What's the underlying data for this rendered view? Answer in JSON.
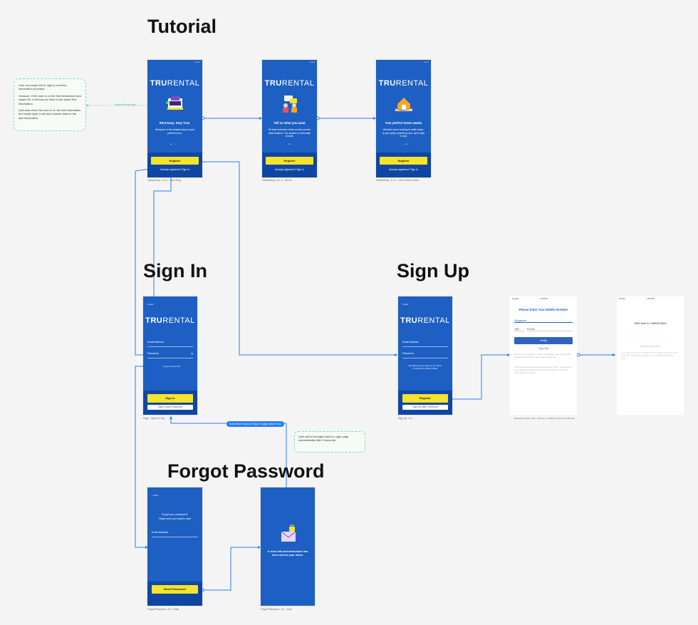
{
  "headings": {
    "tutorial": "Tutorial",
    "sign_in": "Sign In",
    "sign_up": "Sign Up",
    "forgot_password": "Forgot Password"
  },
  "brand": {
    "tru": "TRU",
    "rental": "RENTAL"
  },
  "notes": {
    "tutorial_swipe": [
      "User can swipe left or right to read the information provided.",
      "However, if the user is on the first information and swipe left, it will bounce back to the same first information.",
      "Like-wise when the user is on the last information and swipe right, it will also bounce back to the last information."
    ],
    "swipe_label": "Swipe left and right",
    "auto_return": "Auto return back to Sign In page after 5 sec",
    "login_redirect": "User will be brought back to Login page automatically after 5 seconds."
  },
  "onboarding": [
    {
      "title": "Rent Easy. Stay True.",
      "body": "Welcome to the simplest way to your perfect home.",
      "caption": "Onboarding - A.1.0 - Rent Easy"
    },
    {
      "title": "Tell us what you want",
      "body": "Sit back and relax while we find you the ideal landlord. Our system is constantly at work.",
      "caption": "Onboarding - A.1.1 - Tell Us"
    },
    {
      "title": "Your perfect home awaits",
      "body": "Whether you're looking to settle down, or just trying something new, we'll make it easy.",
      "caption": "Onboarding - A.1.2 - Your Perfect Home"
    }
  ],
  "register_label": "Register",
  "already_registered": "Already registered? Sign In",
  "sign_in_screen": {
    "back": "< Back",
    "email": "Email Address",
    "password": "Password",
    "forgot": "Forgot Password?",
    "sign_in_btn": "Sign In",
    "facebook": "Sign in with Facebook",
    "caption": "Page - Sign In & Up"
  },
  "sign_up_screen": {
    "back": "< Back",
    "email": "Email Address",
    "password": "Password",
    "terms": "By signing up you agree to our Terms of Services & Privacy Policy",
    "register_btn": "Register",
    "facebook": "Sign up with Facebook",
    "caption": "Sign Up - A.1"
  },
  "mobile_screen": {
    "carrier": "Carrier",
    "time": "1:53 PM",
    "title": "Please Enter Your Mobile Number",
    "country": "Singapore",
    "code": "+65",
    "phone_placeholder": "Phone",
    "verify": "Verify",
    "logout": "Log Out",
    "help1": "We use your number to verify your identity. Our relationship managers also need it when we support you.",
    "help2": "Once you've entered the number, press 'Verify'. We will send you a SMS verification code to the next screen. Enter the code and you're done!",
    "caption": "Simulator Screen Shot - iPhone 8 - 2018-10-18 at 13.53.36.png"
  },
  "sms_screen": {
    "carrier": "Carrier",
    "time": "1:36 PM",
    "sent": "SMS Sent to +6592013810",
    "resend": "Request again in 52",
    "help": "If you did not receive a SMS from us, please wait a few more seconds. Press Resend again to get another verification code."
  },
  "forgot_enter": {
    "back": "< Back",
    "title": "Forgot your password?",
    "subtitle": "Please enter your email to reset",
    "email": "Email Address",
    "button": "Reset Password",
    "caption": "Forgot Password - A.0 - Enter"
  },
  "forgot_sent": {
    "message": "A reset link and instruction has been sent to your inbox.",
    "caption": "Forgot Password - A.1 - Sent"
  },
  "colors": {
    "screen_blue": "#1d5fc2",
    "band_blue": "#0f46a3",
    "accent_yellow": "#f5e32c",
    "wire_blue": "#2a7cf4",
    "note_green": "#7fd9b8"
  }
}
